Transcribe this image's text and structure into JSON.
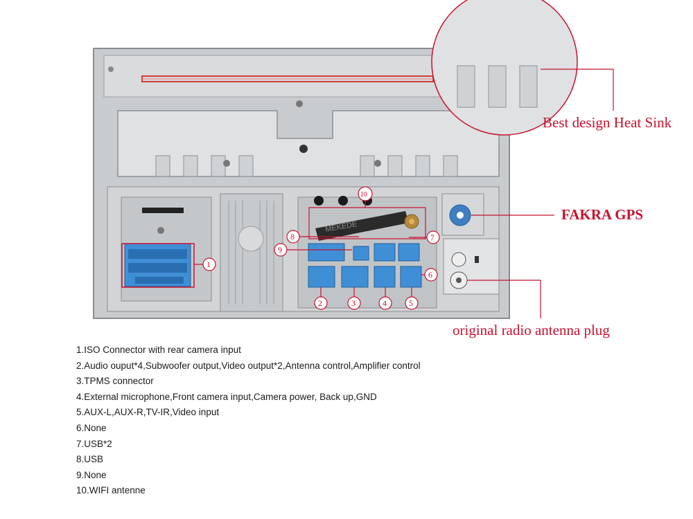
{
  "callouts": {
    "heat_sink": "Best design Heat Sink",
    "fakra_gps": "FAKRA GPS",
    "radio_antenna": "original radio antenna plug"
  },
  "device": {
    "antenna_brand": "MEKEDE",
    "markers": [
      "1",
      "2",
      "3",
      "4",
      "5",
      "6",
      "7",
      "8",
      "9",
      "10"
    ]
  },
  "legend": [
    "1.ISO Connector with rear camera input",
    "2.Audio ouput*4,Subwoofer output,Video output*2,Antenna control,Amplifier control",
    "3.TPMS connector",
    "4.External microphone,Front camera input,Camera power, Back up,GND",
    "5.AUX-L,AUX-R,TV-IR,Video input",
    "6.None",
    "7.USB*2",
    "8.USB",
    "9.None",
    "10.WIFI antenne"
  ],
  "colors": {
    "accent_red": "#c8102e",
    "connector_blue": "#3f8fd6",
    "chassis_grey": "#d4d6d8",
    "panel_grey": "#bfc2c5"
  }
}
